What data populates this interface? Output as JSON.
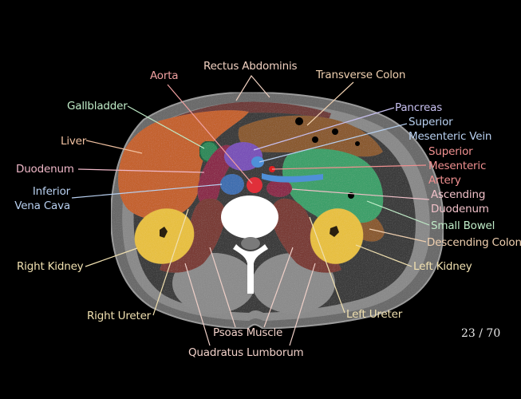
{
  "title": "Axial CT Abdomen - Labeled Anatomy",
  "page_indicator": "23 / 70",
  "colors": {
    "background": "#000000",
    "liver": "#c4622d",
    "gallbladder": "#2f8a5a",
    "duodenum": "#8a2c4a",
    "ivc": "#3f6fb0",
    "aorta": "#e0303a",
    "pancreas": "#7a52b8",
    "smv": "#4f90d8",
    "sma": "#e02020",
    "small_bowel": "#3da06a",
    "colon": "#8a5a30",
    "kidney": "#e8c040",
    "psoas": "#7a3c36",
    "rectus": "#6e3a38",
    "vertebra": "#ffffff",
    "fat": "#2a2a2a",
    "muscle_gray": "#8c8c8c"
  },
  "labels": [
    {
      "id": "rectus-abdominis",
      "text": "Rectus Abdominis",
      "color": "#f0d0c0"
    },
    {
      "id": "aorta",
      "text": "Aorta",
      "color": "#f0a0a0"
    },
    {
      "id": "transverse-colon",
      "text": "Transverse Colon",
      "color": "#f0d0b0"
    },
    {
      "id": "gallbladder",
      "text": "Gallbladder",
      "color": "#c0ecc8"
    },
    {
      "id": "pancreas",
      "text": "Pancreas",
      "color": "#c8c0f0"
    },
    {
      "id": "smv",
      "text": "Superior\nMesenteric Vein",
      "color": "#b8d0f0"
    },
    {
      "id": "liver",
      "text": "Liver",
      "color": "#f0c0a0"
    },
    {
      "id": "sma",
      "text": "Superior\nMesenteric\nArtery",
      "color": "#f09090"
    },
    {
      "id": "duodenum",
      "text": "Duodenum",
      "color": "#f0b8c8"
    },
    {
      "id": "ascending-duodenum",
      "text": "Ascending\nDuodenum",
      "color": "#f0c0c8"
    },
    {
      "id": "ivc",
      "text": "Inferior\nVena Cava",
      "color": "#b8d0f0"
    },
    {
      "id": "small-bowel",
      "text": "Small Bowel",
      "color": "#c0ecc8"
    },
    {
      "id": "descending-colon",
      "text": "Descending Colon",
      "color": "#f0d0b0"
    },
    {
      "id": "right-kidney",
      "text": "Right Kidney",
      "color": "#f0e0b0"
    },
    {
      "id": "left-kidney",
      "text": "Left Kidney",
      "color": "#f0e0b0"
    },
    {
      "id": "right-ureter",
      "text": "Right Ureter",
      "color": "#f0e0b0"
    },
    {
      "id": "left-ureter",
      "text": "Left Ureter",
      "color": "#f0e0b0"
    },
    {
      "id": "psoas-muscle",
      "text": "Psoas Muscle",
      "color": "#f0d0c8"
    },
    {
      "id": "quadratus-lumborum",
      "text": "Quadratus Lumborum",
      "color": "#f0d0c8"
    }
  ]
}
